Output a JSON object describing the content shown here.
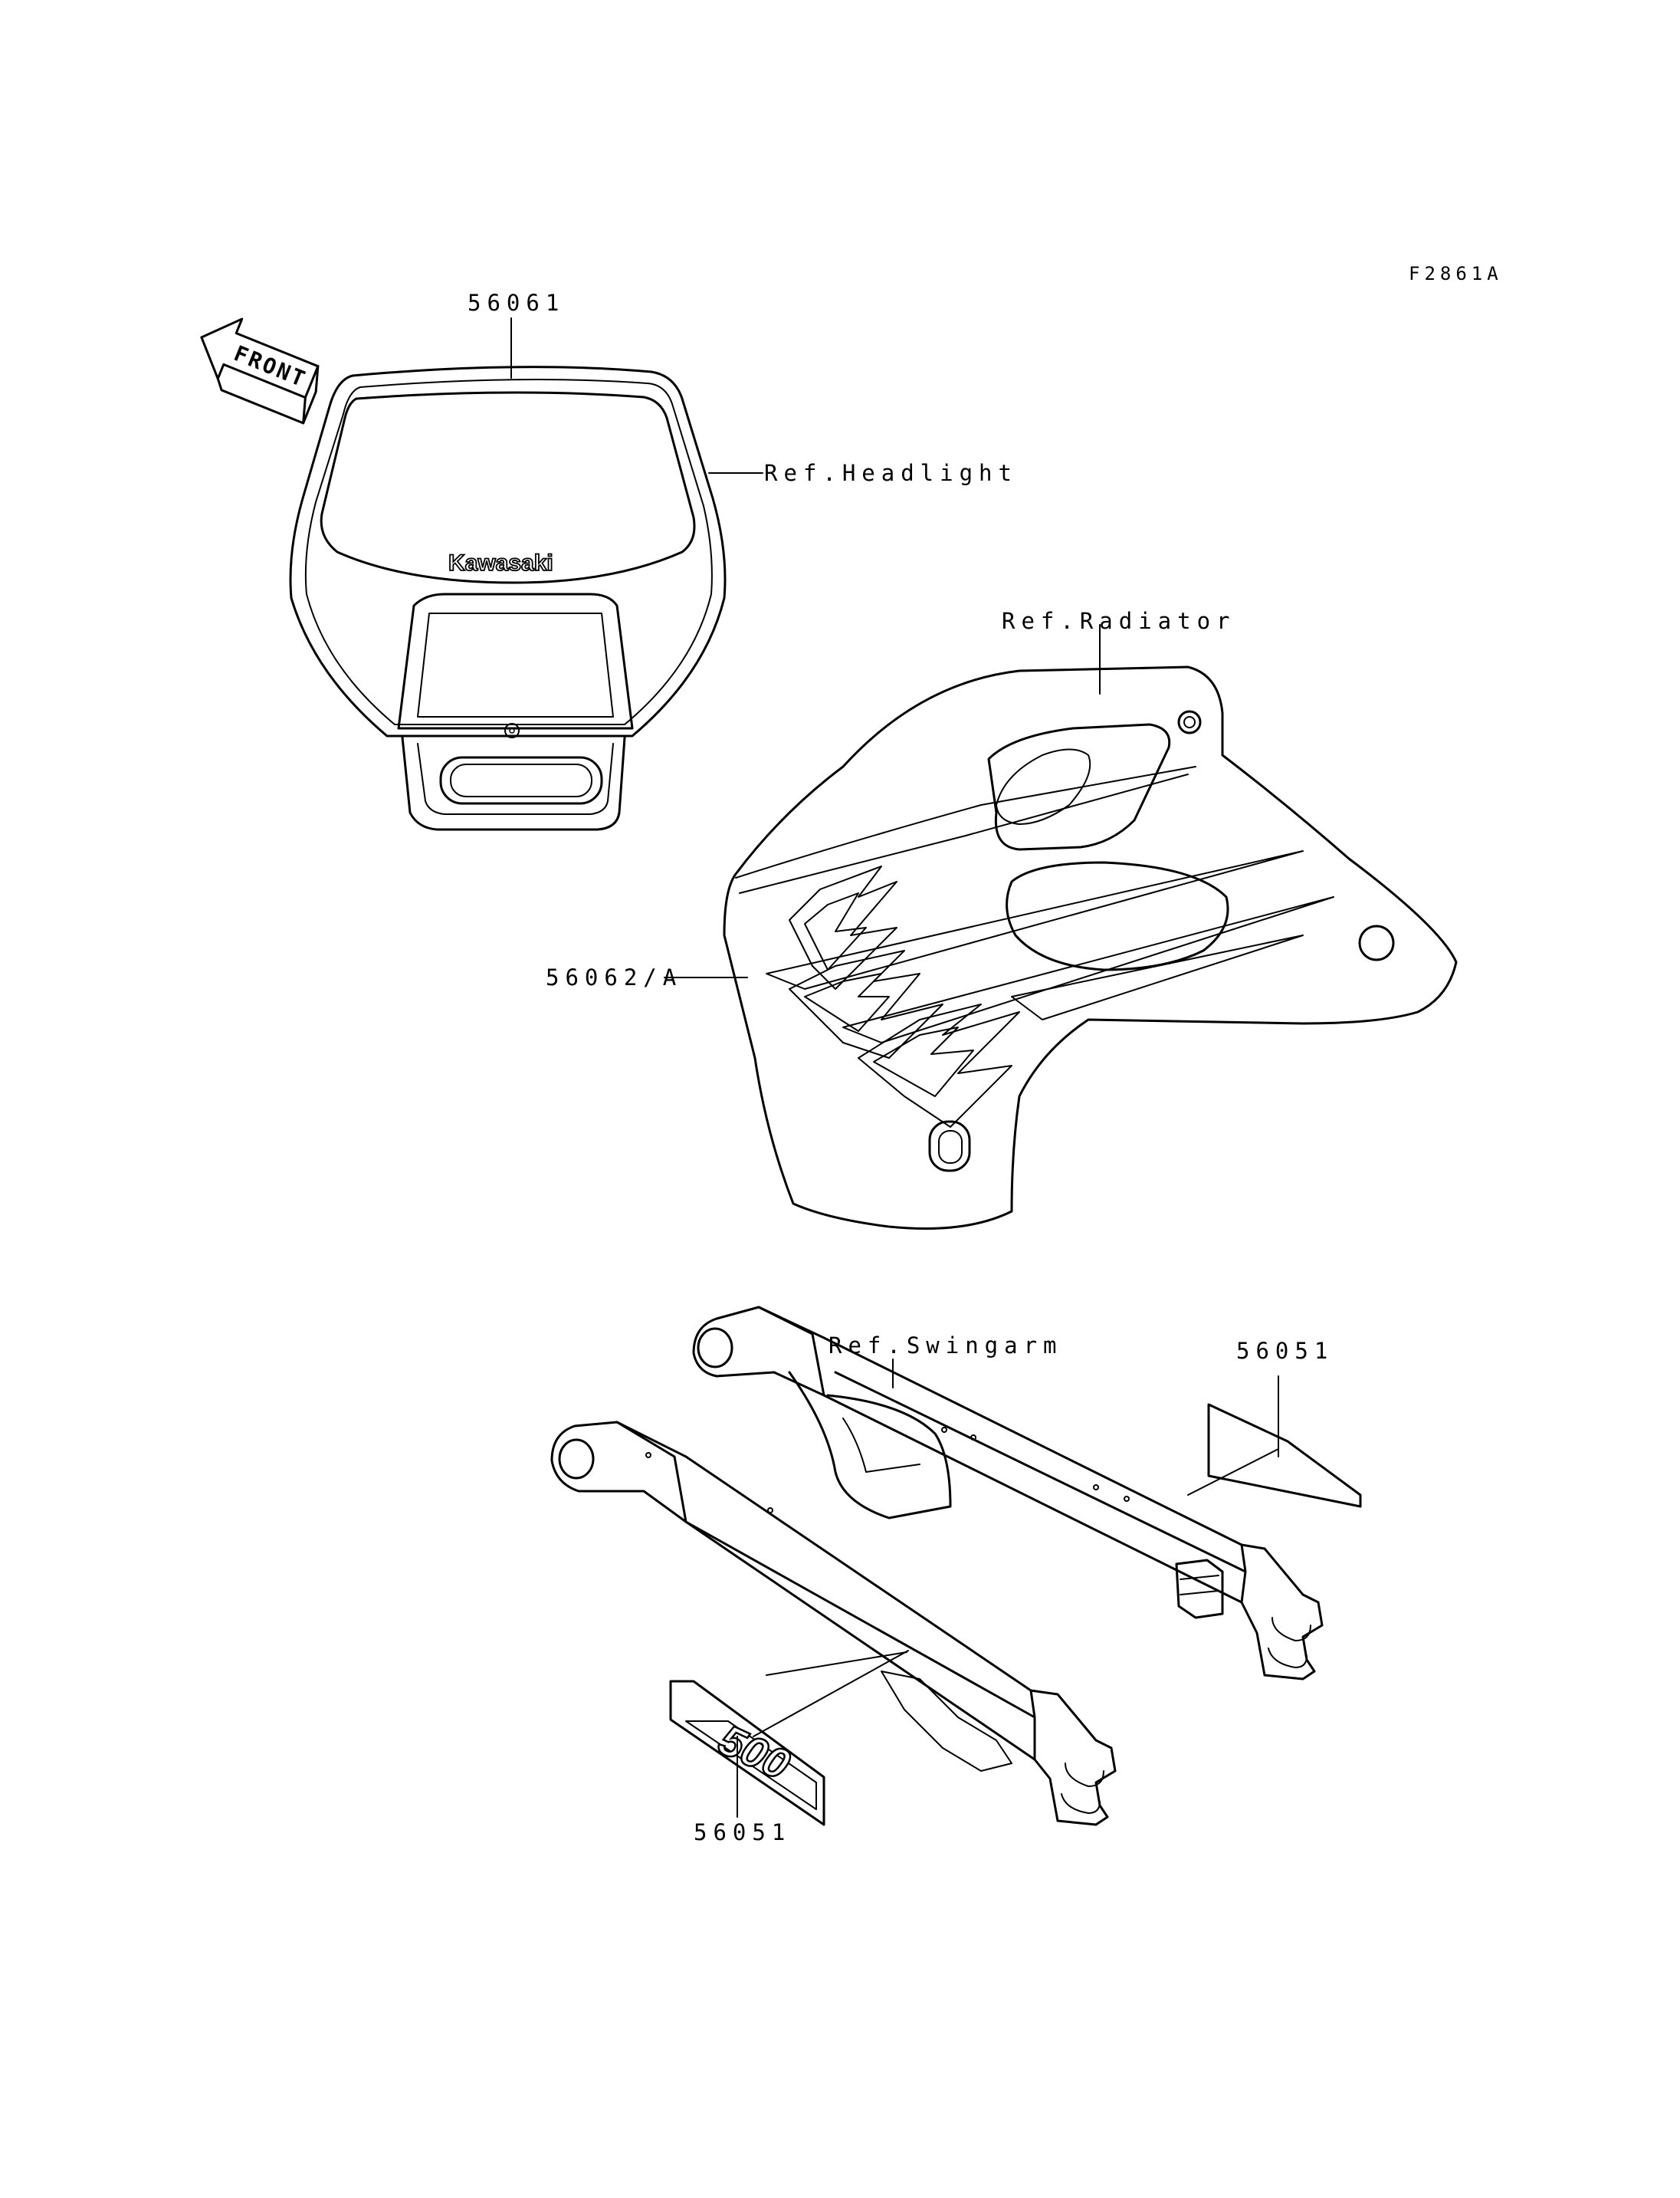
{
  "figure_code": "F2861A",
  "front_label": "FRONT",
  "brand_logo_text": "Kawasaki",
  "decal_number_text": "500",
  "callouts": {
    "headlight_part": "56061",
    "headlight_ref": "Ref.Headlight",
    "radiator_ref": "Ref.Radiator",
    "shroud_part": "56062/A",
    "swingarm_ref": "Ref.Swingarm",
    "swingarm_decal_right": "56051",
    "swingarm_decal_left": "56051"
  }
}
